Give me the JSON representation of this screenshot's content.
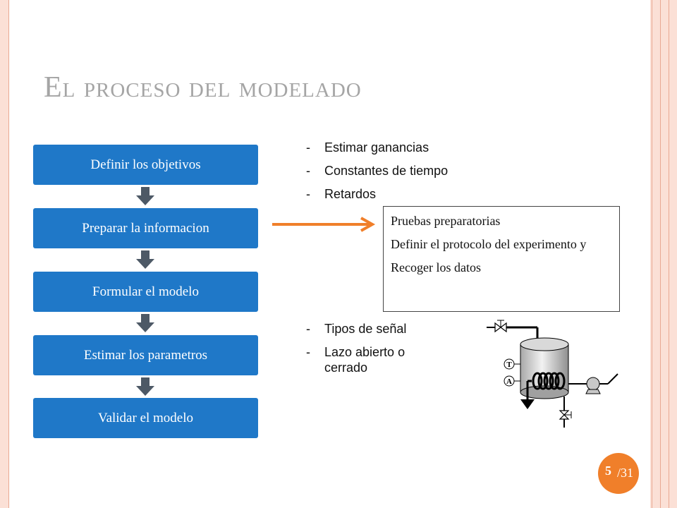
{
  "slide": {
    "title": "El proceso del modelado",
    "page_number": "5",
    "page_total": "/31"
  },
  "flowchart": {
    "steps": [
      "Definir los objetivos",
      "Preparar la informacion",
      "Formular el modelo",
      "Estimar los parametros",
      "Validar el modelo"
    ]
  },
  "top_bullets": [
    "Estimar ganancias",
    "Constantes de tiempo",
    "Retardos"
  ],
  "note_box": {
    "items": [
      "Pruebas preparatorias",
      "Definir el protocolo del experimento y",
      "Recoger los datos"
    ]
  },
  "bottom_bullets": [
    "Tipos de señal",
    "Lazo abierto o cerrado"
  ],
  "diagram_labels": {
    "temp_sensor": "T",
    "analyzer": "A"
  },
  "colors": {
    "flow_box": "#1f78c8",
    "arrow_gray": "#4d5966",
    "accent_orange": "#f07f2a",
    "title_gray": "#a5a5a5",
    "frame_peach": "#fbe0d6"
  }
}
